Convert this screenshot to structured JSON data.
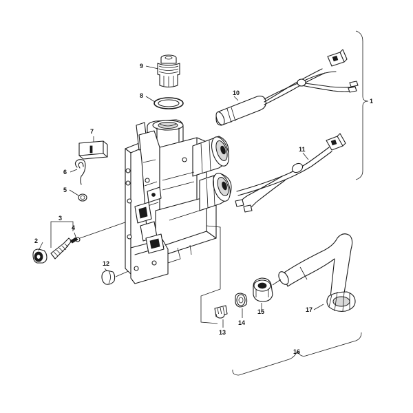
{
  "diagram": {
    "callouts": [
      {
        "id": "c1",
        "label": "1"
      },
      {
        "id": "c2",
        "label": "2"
      },
      {
        "id": "c3",
        "label": "3"
      },
      {
        "id": "c4",
        "label": "4"
      },
      {
        "id": "c5",
        "label": "5"
      },
      {
        "id": "c6",
        "label": "6"
      },
      {
        "id": "c7",
        "label": "7"
      },
      {
        "id": "c8",
        "label": "8"
      },
      {
        "id": "c9",
        "label": "9"
      },
      {
        "id": "c10",
        "label": "10"
      },
      {
        "id": "c11",
        "label": "11"
      },
      {
        "id": "c12",
        "label": "12"
      },
      {
        "id": "c13",
        "label": "13"
      },
      {
        "id": "c14",
        "label": "14"
      },
      {
        "id": "c15",
        "label": "15"
      },
      {
        "id": "c16",
        "label": "16"
      },
      {
        "id": "c17",
        "label": "17"
      }
    ]
  }
}
